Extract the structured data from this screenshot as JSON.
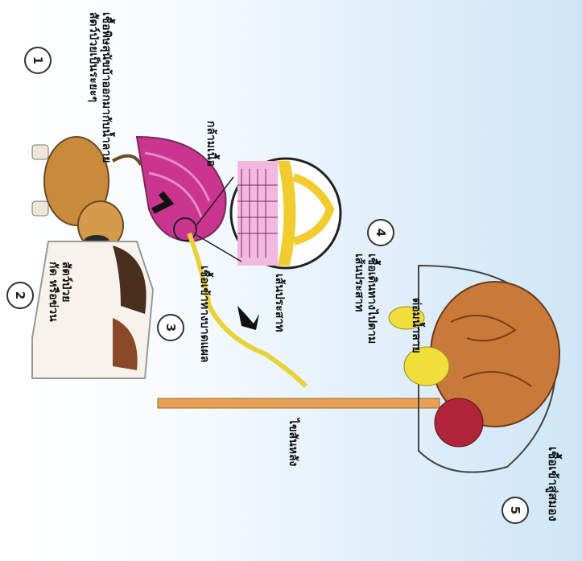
{
  "steps": [
    "1",
    "2",
    "3",
    "4",
    "5"
  ],
  "labels": {
    "step1": "เชื้อพิษสุนัขบ้าออกมากับน้ำลาย\nสัตว์ป่วยเป็นระยะๆ",
    "step2": "สัตว์ป่วย\nกัด หรือข่วน",
    "muscle": "กล้ามเนื้อ",
    "step3": "เชื้อเข้าทางบาดแผล",
    "nerve": "เส้นประสาท",
    "step4": "เชื้อเดินทางไปตาม\nเส้นประสาท",
    "salivary": "ต่อมน้ำลาย",
    "spinal": "ไขสันหลัง",
    "step5": "เชื้อเข้าสู่สมอง"
  }
}
